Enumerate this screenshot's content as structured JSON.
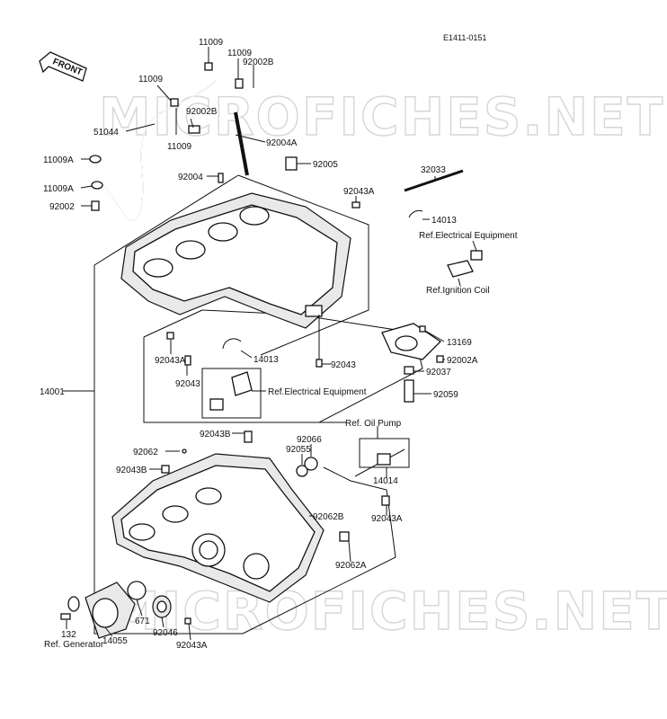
{
  "diagram": {
    "code": "E1411-0151",
    "front_label": "FRONT",
    "watermark": "MICROFICHES.NET",
    "callouts": [
      {
        "id": "c01",
        "text": "11009"
      },
      {
        "id": "c02",
        "text": "11009"
      },
      {
        "id": "c03",
        "text": "92002B"
      },
      {
        "id": "c04",
        "text": "11009"
      },
      {
        "id": "c05",
        "text": "92002B"
      },
      {
        "id": "c06",
        "text": "51044"
      },
      {
        "id": "c07",
        "text": "11009"
      },
      {
        "id": "c08",
        "text": "92004A"
      },
      {
        "id": "c09",
        "text": "11009A"
      },
      {
        "id": "c10",
        "text": "92004"
      },
      {
        "id": "c11",
        "text": "92005"
      },
      {
        "id": "c12",
        "text": "32033"
      },
      {
        "id": "c13",
        "text": "11009A"
      },
      {
        "id": "c14",
        "text": "92043A"
      },
      {
        "id": "c15",
        "text": "92002"
      },
      {
        "id": "c16",
        "text": "14013"
      },
      {
        "id": "c17",
        "text": "Ref.Electrical Equipment"
      },
      {
        "id": "c18",
        "text": "Ref.Ignition Coil"
      },
      {
        "id": "c19",
        "text": "13169"
      },
      {
        "id": "c20",
        "text": "92043A"
      },
      {
        "id": "c21",
        "text": "14013"
      },
      {
        "id": "c22",
        "text": "92002A"
      },
      {
        "id": "c23",
        "text": "92043"
      },
      {
        "id": "c24",
        "text": "92037"
      },
      {
        "id": "c25",
        "text": "92043"
      },
      {
        "id": "c26",
        "text": "14001"
      },
      {
        "id": "c27",
        "text": "Ref.Electrical Equipment"
      },
      {
        "id": "c28",
        "text": "92059"
      },
      {
        "id": "c29",
        "text": "Ref. Oil Pump"
      },
      {
        "id": "c30",
        "text": "92043B"
      },
      {
        "id": "c31",
        "text": "92066"
      },
      {
        "id": "c32",
        "text": "92062"
      },
      {
        "id": "c33",
        "text": "92055"
      },
      {
        "id": "c34",
        "text": "92043B"
      },
      {
        "id": "c35",
        "text": "14014"
      },
      {
        "id": "c36",
        "text": "92062B"
      },
      {
        "id": "c37",
        "text": "92043A"
      },
      {
        "id": "c38",
        "text": "92062A"
      },
      {
        "id": "c39",
        "text": "671"
      },
      {
        "id": "c40",
        "text": "132"
      },
      {
        "id": "c41",
        "text": "92046"
      },
      {
        "id": "c42",
        "text": "Ref. Generator"
      },
      {
        "id": "c43",
        "text": "14055"
      },
      {
        "id": "c44",
        "text": "92043A"
      }
    ]
  }
}
